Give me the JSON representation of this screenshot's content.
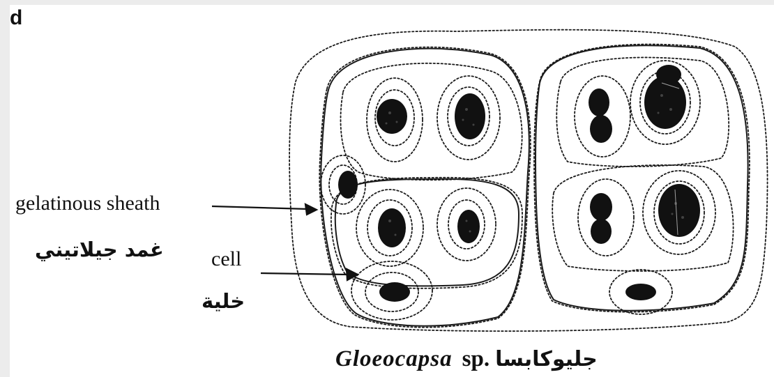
{
  "panel_letter": "d",
  "labels": {
    "gelatinous_sheath_en": "gelatinous sheath",
    "gelatinous_sheath_ar": "غمد جيلاتيني",
    "cell_en": "cell",
    "cell_ar": "خلية"
  },
  "caption": {
    "genus": "Gloeocapsa",
    "species": "sp.",
    "arabic": "جليوكابسا"
  },
  "colors": {
    "ink": "#111111",
    "page": "#ffffff",
    "frame": "#ececec"
  }
}
